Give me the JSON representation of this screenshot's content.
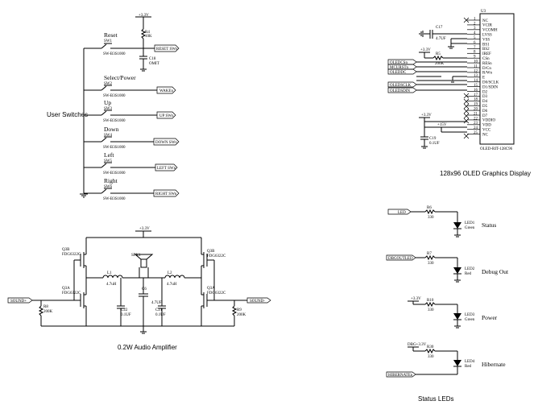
{
  "sections": {
    "user_switches": "User Switches",
    "oled": "128x96 OLED Graphics Display",
    "audio": "0.2W Audio Amplifier",
    "leds": "Status LEDs"
  },
  "switches": {
    "power": "+3.3V",
    "pullup": {
      "ref": "R4",
      "value": "10K"
    },
    "cap": {
      "ref": "C18",
      "value": "OMIT"
    },
    "part": "SW-B3S1000",
    "items": [
      {
        "name": "Reset",
        "ref": "SW1",
        "net": "RESET SWn"
      },
      {
        "name": "Select/Power",
        "ref": "SW2",
        "net": "WAKEn"
      },
      {
        "name": "Up",
        "ref": "SW3",
        "net": "UP SWn"
      },
      {
        "name": "Down",
        "ref": "SW4",
        "net": "DOWN SWn"
      },
      {
        "name": "Left",
        "ref": "SW5",
        "net": "LEFT SWn"
      },
      {
        "name": "Right",
        "ref": "SW6",
        "net": "RIGHT SWn"
      }
    ]
  },
  "oled": {
    "ref": "U3",
    "part": "OLED-RIT-128C96",
    "cap_top": {
      "ref": "C17",
      "value": "4.7UF"
    },
    "resistor": {
      "ref": "R5",
      "value": "200K"
    },
    "rail": "+3.3V",
    "rail2": "+15V",
    "cap_bottom": {
      "ref": "C19",
      "value": "0.1UF"
    },
    "pins": [
      {
        "num": "1",
        "name": "NC"
      },
      {
        "num": "2",
        "name": "VCIR"
      },
      {
        "num": "3",
        "name": "VCOMH"
      },
      {
        "num": "4",
        "name": "LVSS"
      },
      {
        "num": "5",
        "name": "VSS"
      },
      {
        "num": "6",
        "name": "BS1"
      },
      {
        "num": "7",
        "name": "BS2"
      },
      {
        "num": "8",
        "name": "IREF"
      },
      {
        "num": "9",
        "name": "CSn"
      },
      {
        "num": "10",
        "name": "RESn"
      },
      {
        "num": "11",
        "name": "D/Cn"
      },
      {
        "num": "12",
        "name": "R/Wn"
      },
      {
        "num": "13",
        "name": "E"
      },
      {
        "num": "14",
        "name": "D0/SCLK"
      },
      {
        "num": "15",
        "name": "D1/SDIN"
      },
      {
        "num": "16",
        "name": "D2"
      },
      {
        "num": "17",
        "name": "D3"
      },
      {
        "num": "18",
        "name": "D4"
      },
      {
        "num": "19",
        "name": "D5"
      },
      {
        "num": "20",
        "name": "D6"
      },
      {
        "num": "21",
        "name": "D7"
      },
      {
        "num": "22",
        "name": "VDDIO"
      },
      {
        "num": "23",
        "name": "VDD"
      },
      {
        "num": "24",
        "name": "VCC"
      },
      {
        "num": "25",
        "name": "NC"
      }
    ],
    "nets": [
      "OLEDCSn",
      "MCURSTn",
      "OLEDDC",
      "OLEDSCLK",
      "OLEDSDIN"
    ]
  },
  "audio": {
    "rail": "+3.3V",
    "speaker": "SPK1",
    "q_left_top": {
      "ref": "Q3B",
      "part": "FDG6322C"
    },
    "q_left_bot": {
      "ref": "Q3A",
      "part": "FDG6322C"
    },
    "q_right_top": {
      "ref": "Q3B",
      "part": "FDG6322C"
    },
    "q_right_bot": {
      "ref": "Q3A",
      "part": "FDG6322C"
    },
    "l1": {
      "ref": "L1",
      "value": "4.7uH"
    },
    "l2": {
      "ref": "L2",
      "value": "4.7uH"
    },
    "c6": {
      "ref": "C6",
      "value": "4.7UF"
    },
    "c22": {
      "ref": "C22",
      "value": "0.1UF"
    },
    "c21": {
      "ref": "C21",
      "value": "0.1UF"
    },
    "r8": {
      "ref": "R8",
      "value": "200K"
    },
    "r9": {
      "ref": "R9",
      "value": "200K"
    },
    "net_pos": "SOUND+",
    "net_neg": "SOUND-"
  },
  "leds": [
    {
      "net": "LED",
      "rref": "R6",
      "rval": "330",
      "ref": "LED1",
      "color": "Green",
      "label": "Status"
    },
    {
      "net": "DBGOUTLED",
      "rref": "R7",
      "rval": "330",
      "ref": "LED2",
      "color": "Red",
      "label": "Debug Out"
    },
    {
      "net": "+3.3V",
      "rref": "R10",
      "rval": "330",
      "ref": "LED3",
      "color": "Green",
      "label": "Power"
    },
    {
      "net": "DBG+3.3V",
      "rref": "R30",
      "rval": "330",
      "ref": "LED4",
      "color": "Red",
      "label": "Hibernate",
      "net2": "HIBERNATEn"
    }
  ]
}
